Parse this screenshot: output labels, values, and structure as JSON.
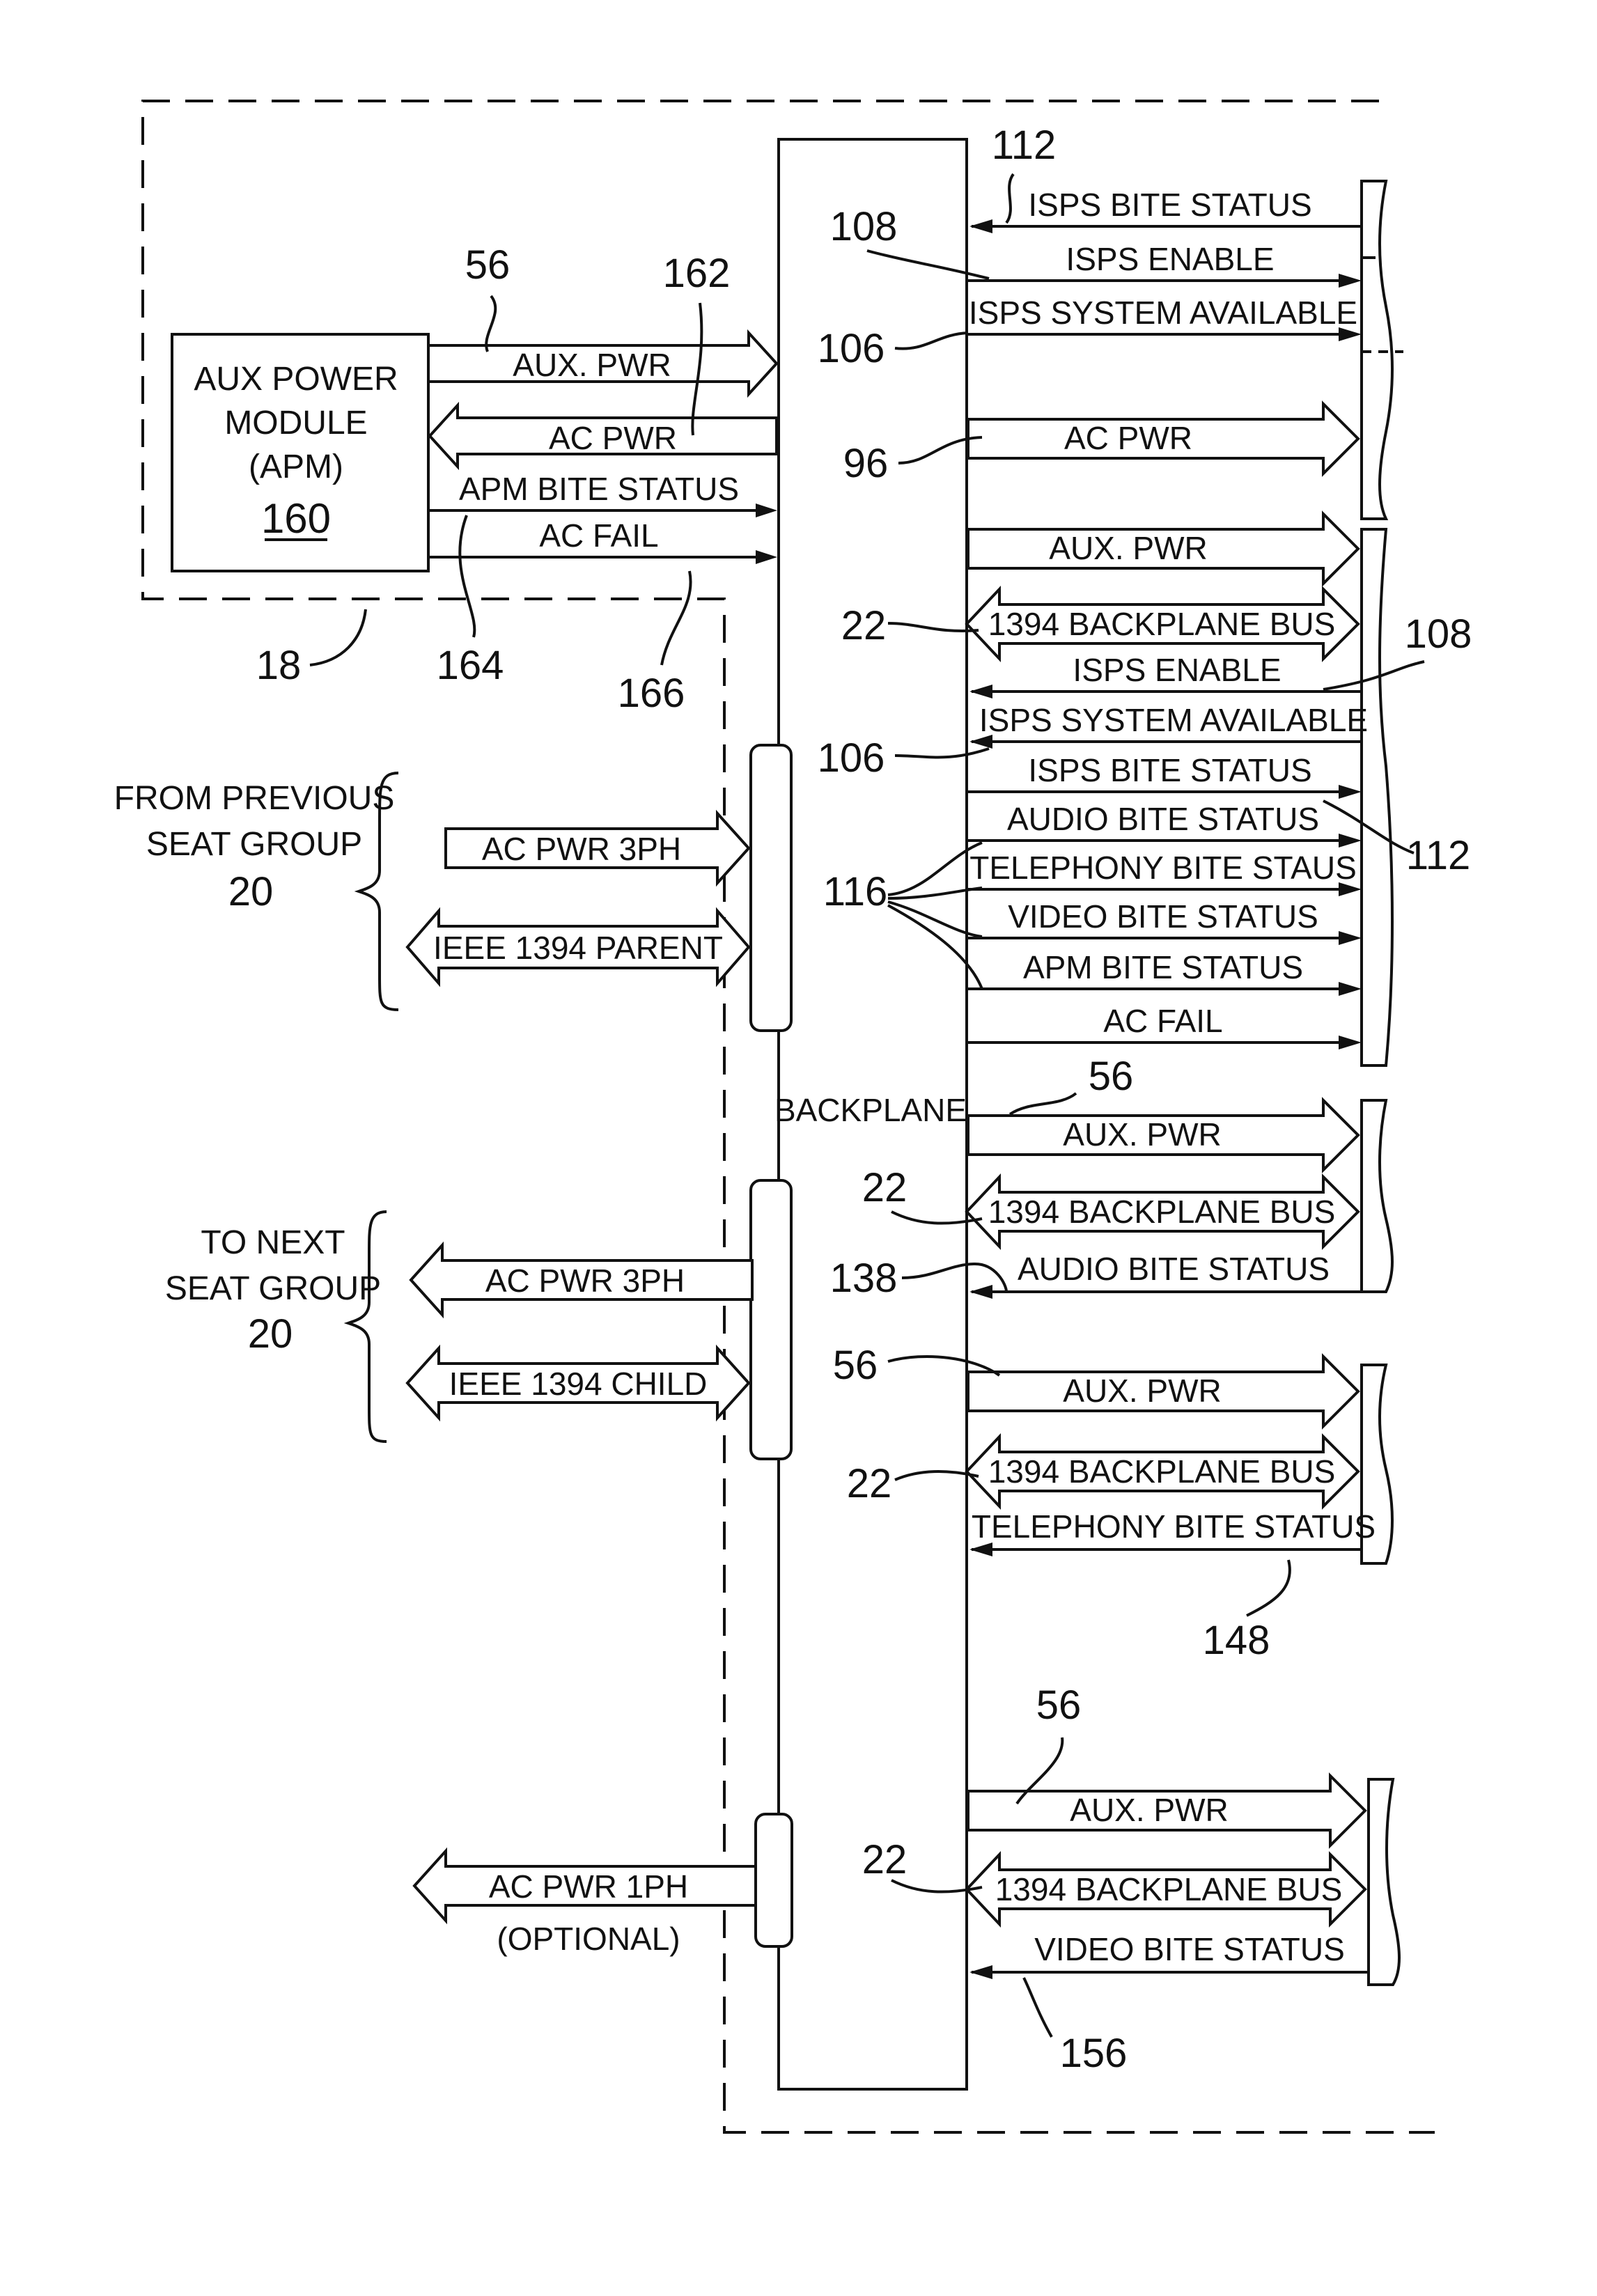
{
  "apm": {
    "line1": "AUX POWER",
    "line2": "MODULE",
    "line3": "(APM)",
    "ref": "160"
  },
  "apm_signals": {
    "aux_pwr": "AUX. PWR",
    "ac_pwr": "AC PWR",
    "bite_status": "APM BITE STATUS",
    "ac_fail": "AC FAIL"
  },
  "backplane_label": "BACKPLANE",
  "from_group": {
    "line1": "FROM PREVIOUS",
    "line2": "SEAT GROUP",
    "ref": "20",
    "ac": "AC PWR 3PH",
    "bus": "IEEE 1394 PARENT"
  },
  "to_group": {
    "line1": "TO NEXT",
    "line2": "SEAT GROUP",
    "ref": "20",
    "ac": "AC PWR 3PH",
    "bus": "IEEE 1394 CHILD"
  },
  "single_phase": {
    "ac": "AC PWR 1PH",
    "note": "(OPTIONAL)"
  },
  "isps_top": {
    "bite": "ISPS BITE STATUS",
    "enable": "ISPS ENABLE",
    "available": "ISPS SYSTEM AVAILABLE",
    "ac": "AC PWR"
  },
  "block2": {
    "aux": "AUX. PWR",
    "bus": "1394 BACKPLANE BUS",
    "enable": "ISPS ENABLE",
    "available": "ISPS SYSTEM AVAILABLE",
    "bite": "ISPS BITE STATUS",
    "audio": "AUDIO BITE STATUS",
    "tel": "TELEPHONY BITE STAUS",
    "video": "VIDEO BITE STATUS",
    "apm": "APM BITE STATUS",
    "acfail": "AC FAIL"
  },
  "block3": {
    "aux": "AUX. PWR",
    "bus": "1394 BACKPLANE BUS",
    "bite": "AUDIO BITE STATUS"
  },
  "block4": {
    "aux": "AUX. PWR",
    "bus": "1394 BACKPLANE BUS",
    "bite": "TELEPHONY BITE STATUS"
  },
  "block5": {
    "aux": "AUX. PWR",
    "bus": "1394 BACKPLANE BUS",
    "bite": "VIDEO BITE STATUS"
  },
  "refs": {
    "r18": "18",
    "r56a": "56",
    "r162": "162",
    "r164": "164",
    "r166": "166",
    "r112a": "112",
    "r108a": "108",
    "r106a": "106",
    "r96": "96",
    "r22a": "22",
    "r108b": "108",
    "r106b": "106",
    "r112b": "112",
    "r116": "116",
    "r56b": "56",
    "r22b": "22",
    "r138": "138",
    "r56c": "56",
    "r22c": "22",
    "r148": "148",
    "r56d": "56",
    "r22d": "22",
    "r156": "156"
  }
}
